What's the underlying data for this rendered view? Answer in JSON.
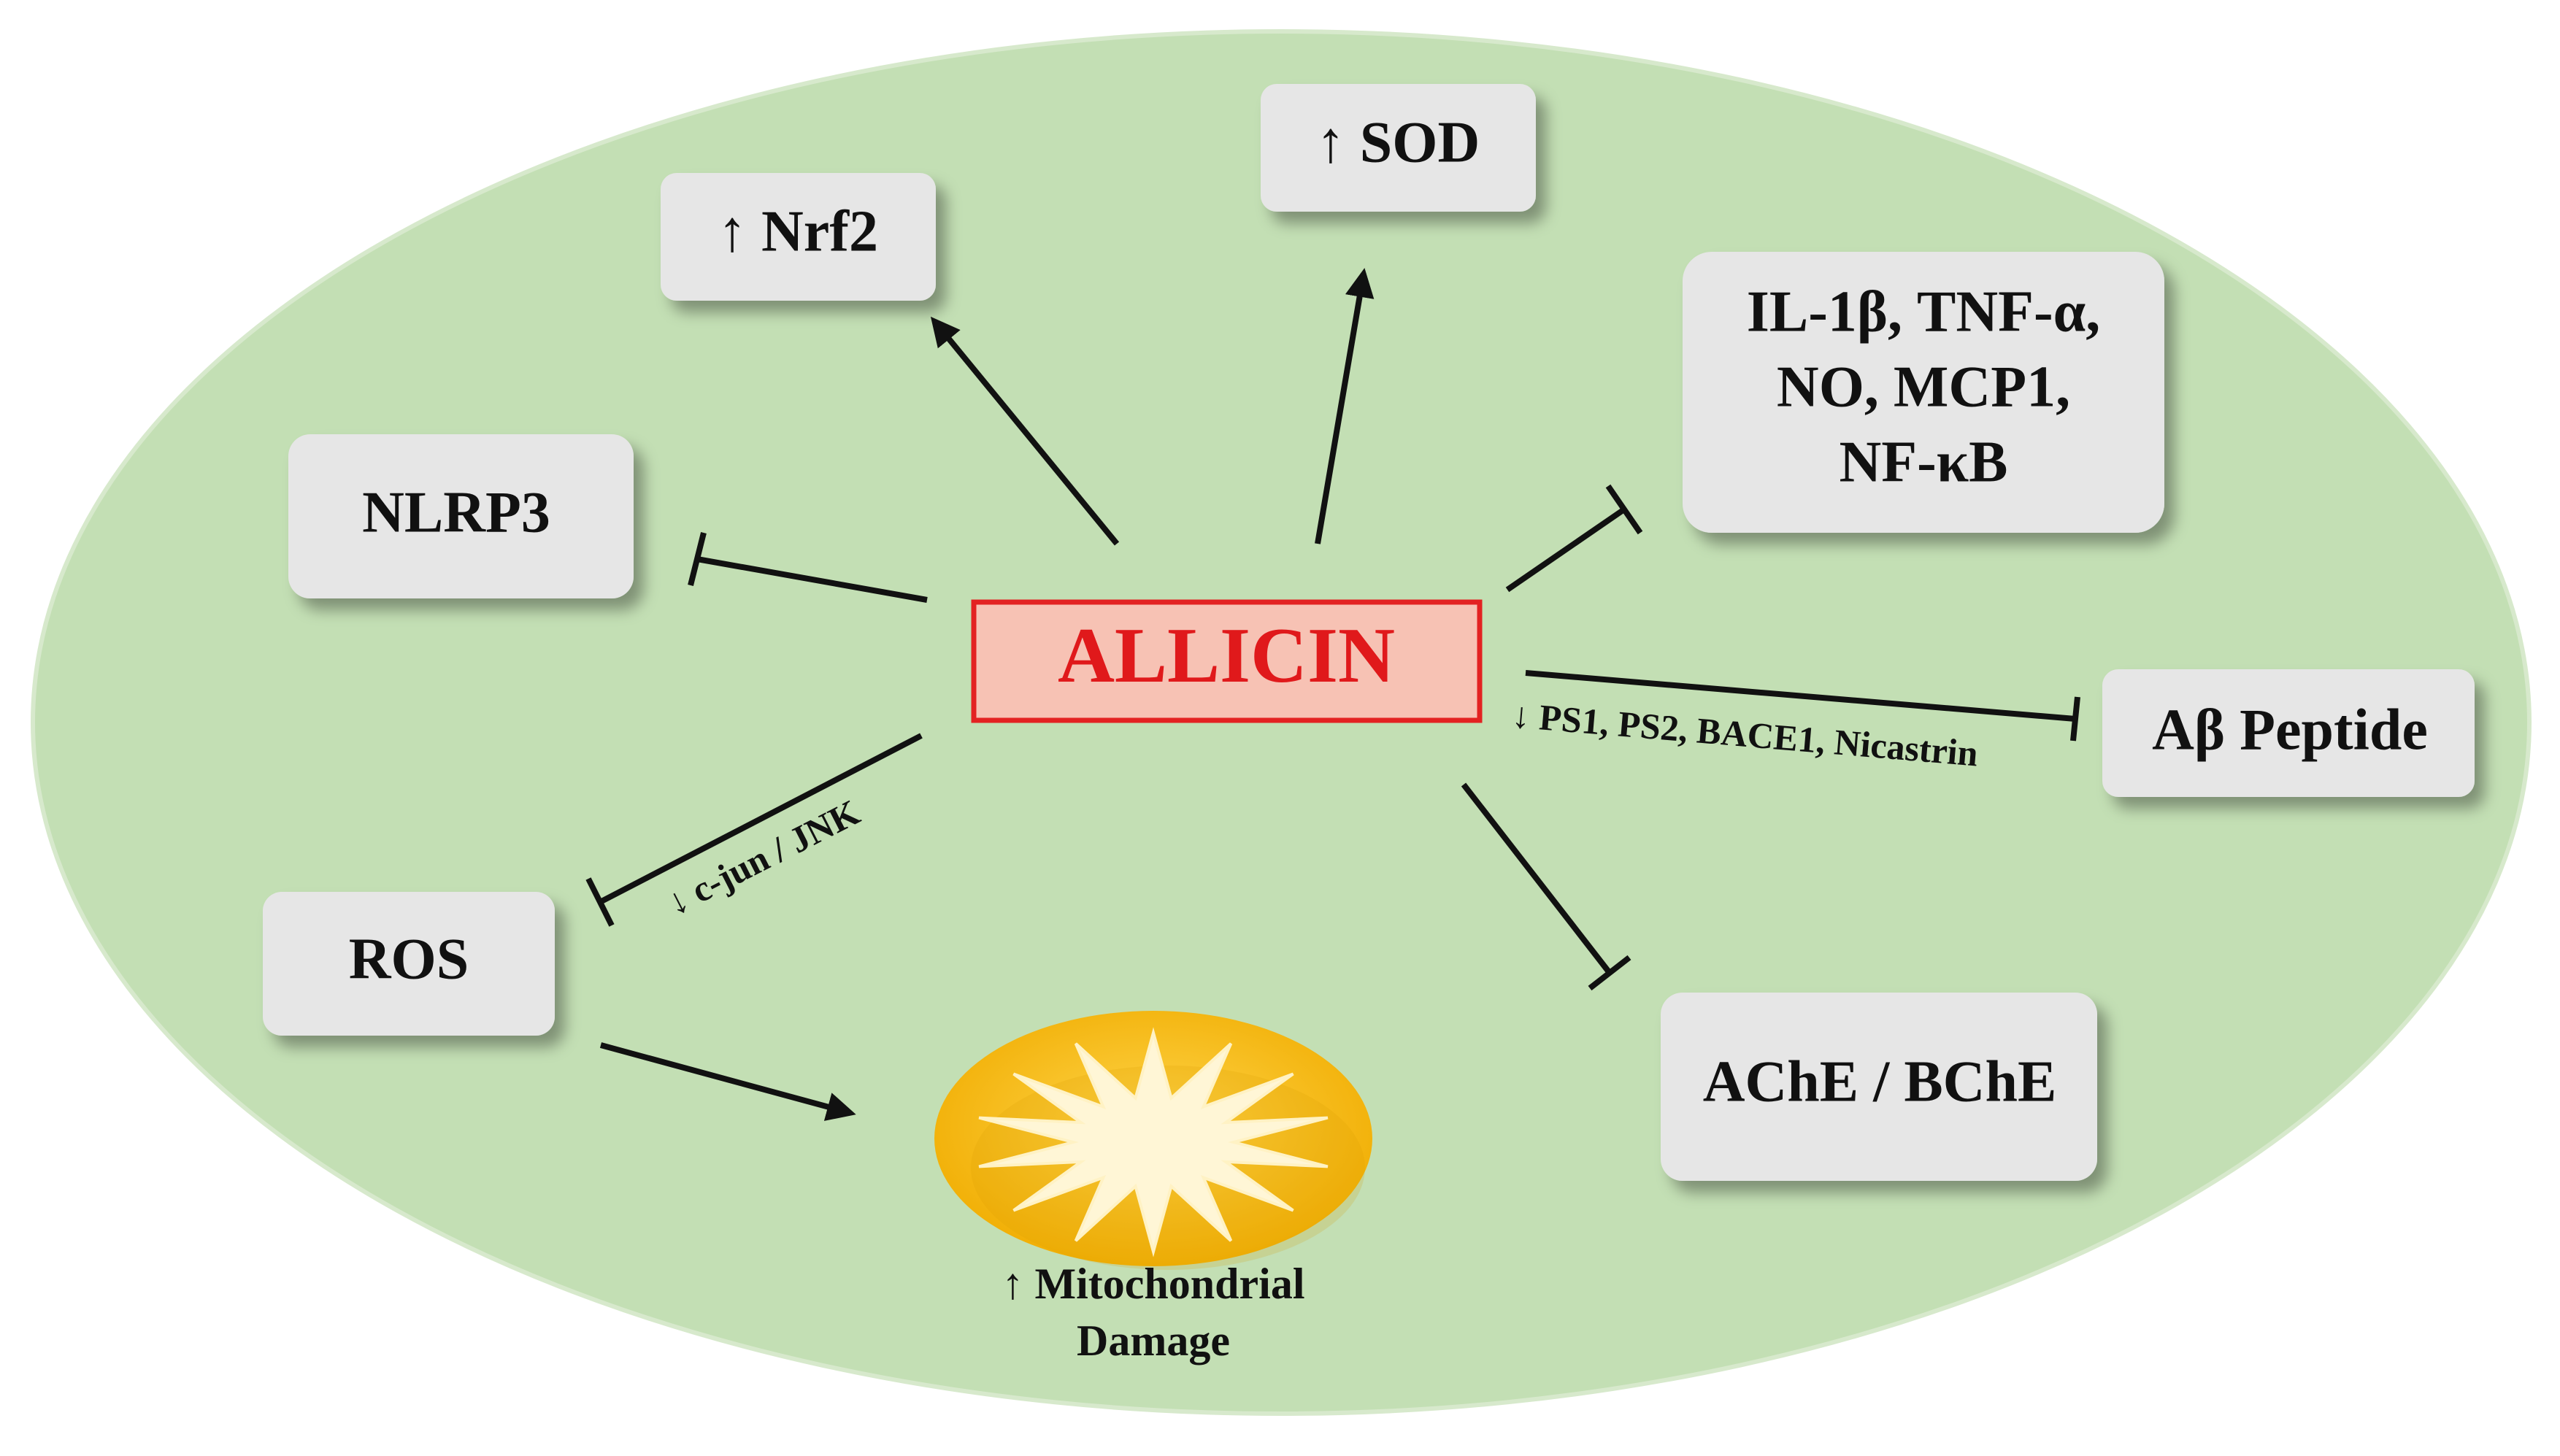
{
  "colors": {
    "background_ellipse": "#c3dfb4",
    "node_box": "#e6e6e6",
    "center_fill": "#f7c2b4",
    "center_border": "#e32222",
    "center_text": "#e0191b",
    "arrow": "#111111",
    "burst_outer": "#f5b800",
    "burst_inner": "#fff6d6"
  },
  "center": {
    "label": "ALLICIN"
  },
  "nodes": {
    "nrf2": {
      "label": "↑ Nrf2",
      "relation": "activates"
    },
    "sod": {
      "label": "↑ SOD",
      "relation": "activates"
    },
    "cytokines": {
      "lines": [
        "IL-1β, TNF-α,",
        "NO, MCP1,",
        "NF-κB"
      ],
      "relation": "inhibits"
    },
    "nlrp3": {
      "label": "NLRP3",
      "relation": "inhibits"
    },
    "abeta": {
      "label": "Aβ Peptide",
      "relation": "inhibits"
    },
    "ros": {
      "label": "ROS",
      "relation": "inhibits"
    },
    "ache": {
      "label": "AChE / BChE",
      "relation": "inhibits"
    },
    "mito": {
      "lines": [
        "↑ Mitochondrial",
        "Damage"
      ],
      "icon": "burst-icon"
    }
  },
  "edge_labels": {
    "abeta": "↓ PS1, PS2, BACE1, Nicastrin",
    "ros": "↓ c-jun / JNK"
  }
}
